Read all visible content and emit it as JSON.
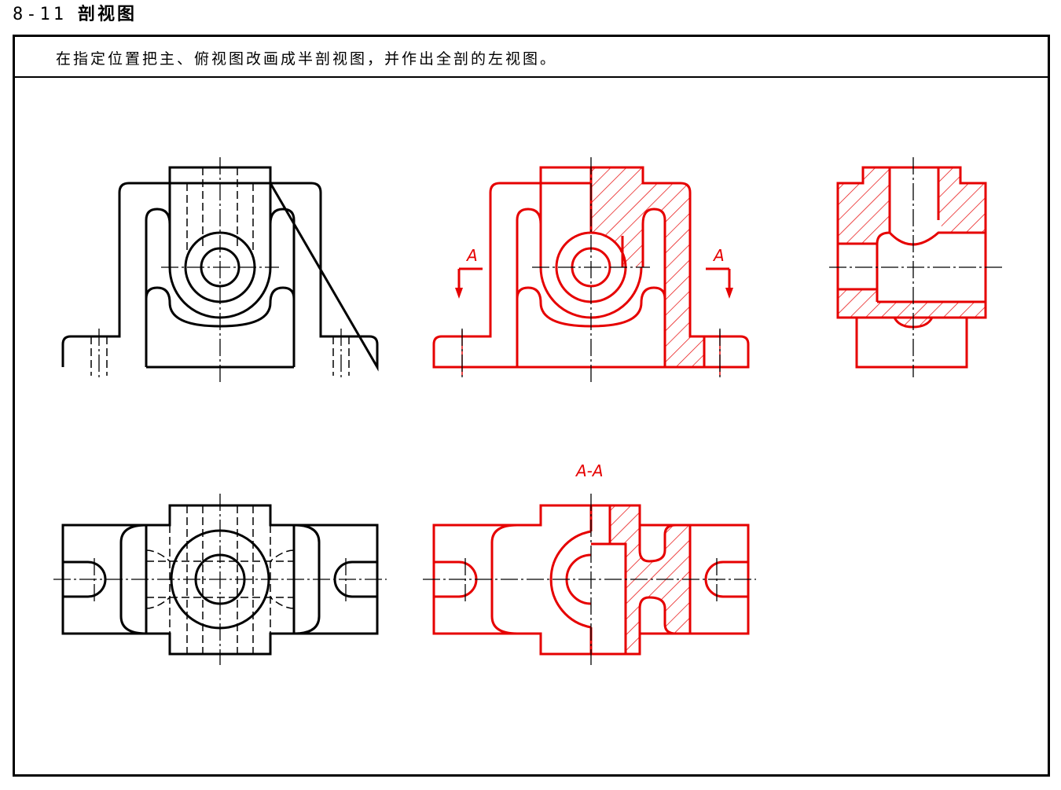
{
  "header": {
    "number": "8-11",
    "title": "剖视图"
  },
  "instruction": "在指定位置把主、俯视图改画成半剖视图，并作出全剖的左视图。",
  "labels": {
    "section_mark_left": "A",
    "section_mark_right": "A",
    "section_view_title": "A-A"
  },
  "colors": {
    "original_lines": "#000000",
    "solution_lines": "#e60000"
  }
}
